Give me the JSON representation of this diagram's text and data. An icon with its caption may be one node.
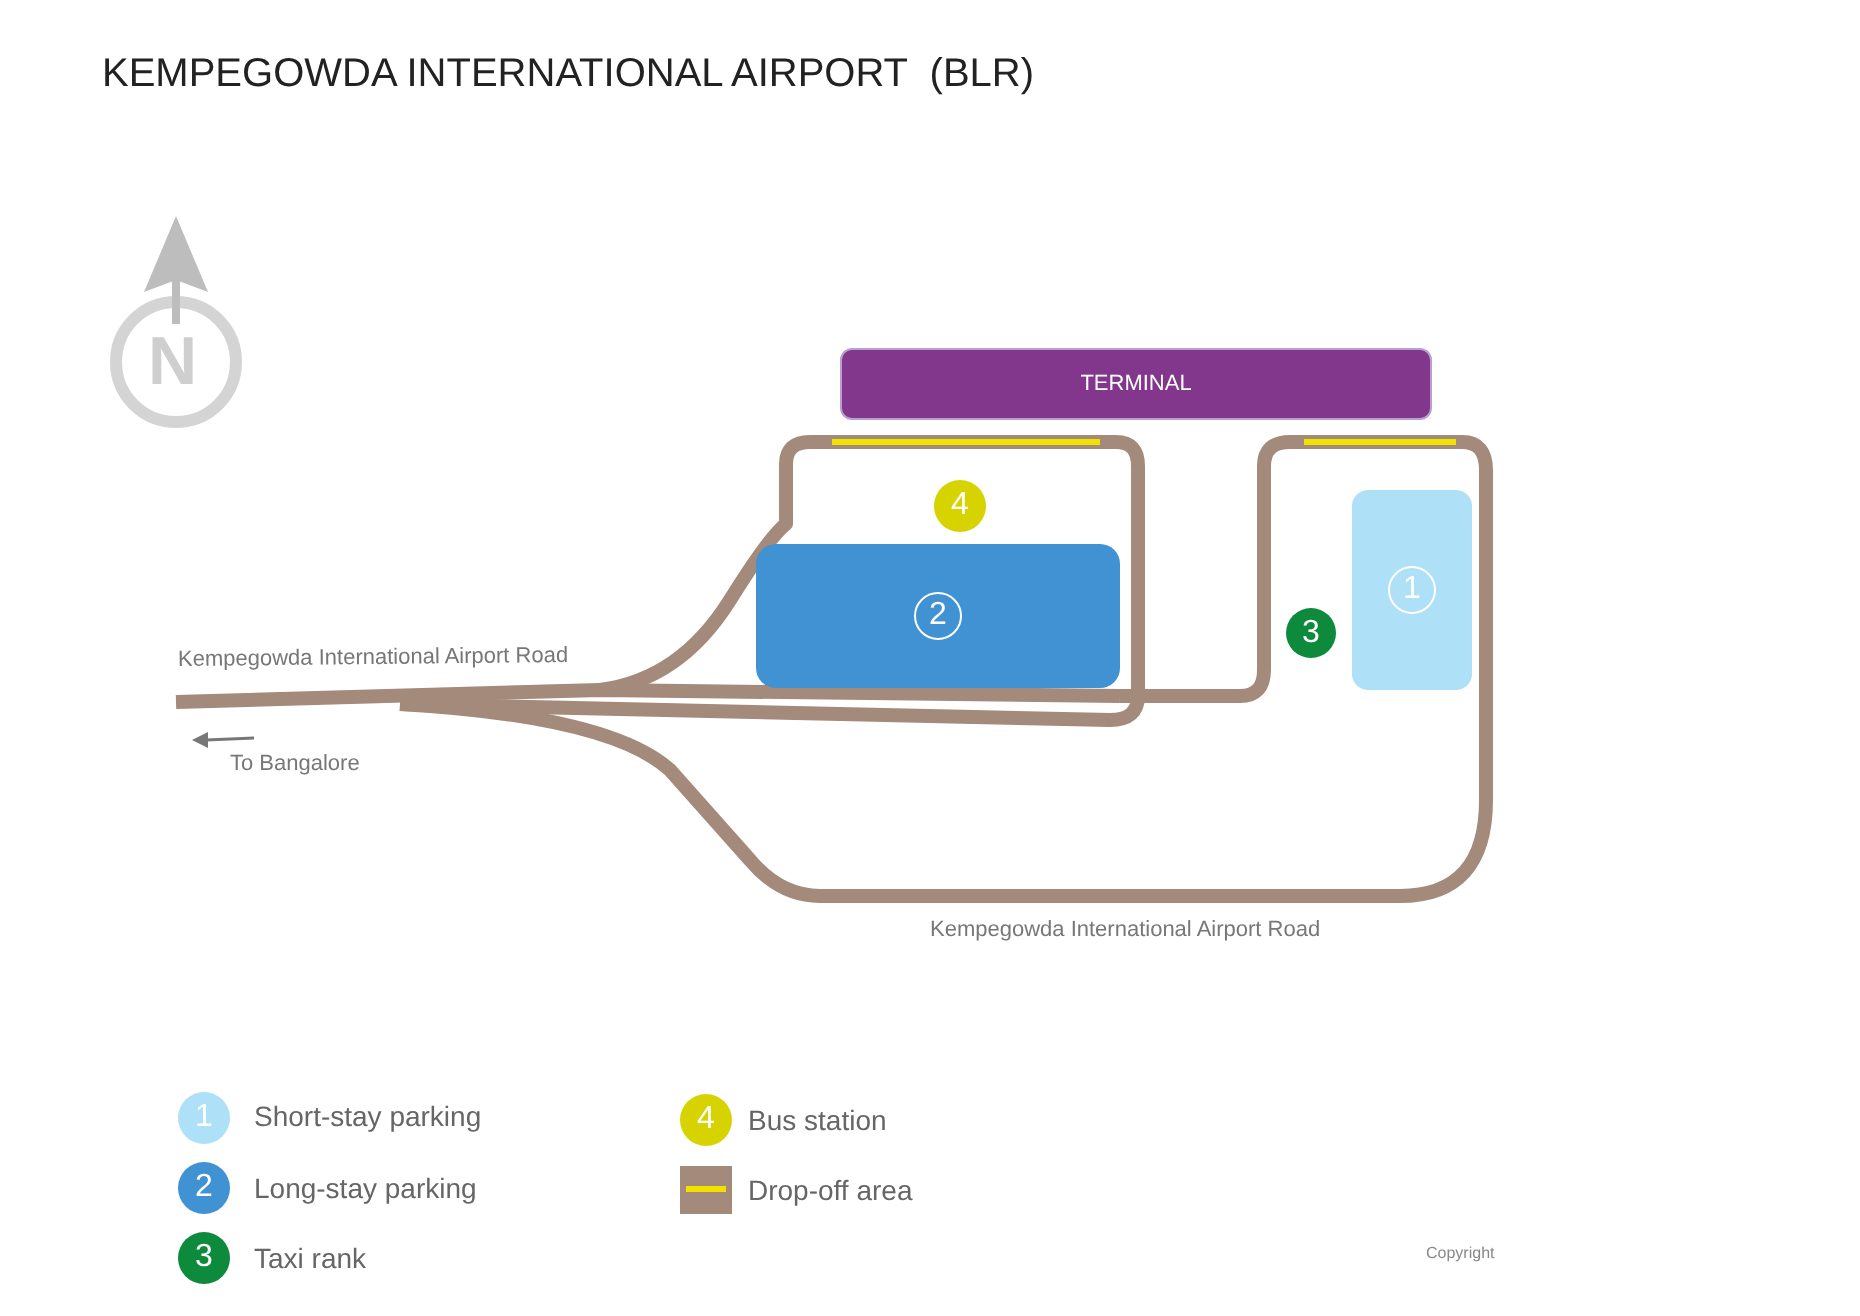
{
  "diagram": {
    "title": "KEMPEGOWDA INTERNATIONAL AIRPORT  (BLR)",
    "nodes": [
      {
        "text": [
          "TERMINAL"
        ]
      },
      {
        "text": [
          "2"
        ]
      },
      {
        "text": [
          "1"
        ]
      },
      {
        "text": [
          "4"
        ]
      },
      {
        "text": [
          "3"
        ]
      }
    ],
    "labels": [
      "N",
      "Kempegowda International Airport Road",
      "To Bangalore",
      "Kempegowda International Airport Road",
      "1",
      "2",
      "3",
      "4",
      "Copyright"
    ],
    "legend": [
      {
        "text": "Short-stay parking",
        "color": "#aee0f7"
      },
      {
        "text": "Long-stay parking",
        "color": "#4192d3"
      },
      {
        "text": "Taxi rank",
        "color": "#0e8a3c"
      },
      {
        "text": "Bus station",
        "color": "#d6d300"
      },
      {
        "text": "Drop-off area"
      }
    ]
  }
}
